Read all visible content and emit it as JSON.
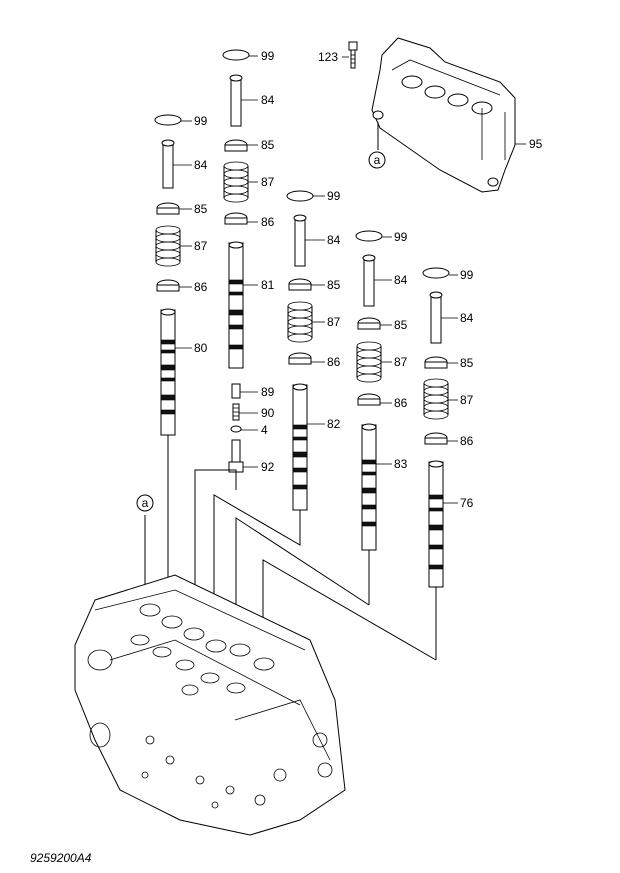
{
  "drawing_code": "9259200A4",
  "reference_mark": "a",
  "callouts": {
    "c99a": "99",
    "c84a": "84",
    "c85a": "85",
    "c87a": "87",
    "c86a": "86",
    "c81": "81",
    "c89": "89",
    "c90": "90",
    "c4": "4",
    "c92": "92",
    "c99b": "99",
    "c84b": "84",
    "c85b": "85",
    "c87b": "87",
    "c86b": "86",
    "c80": "80",
    "c99c": "99",
    "c84c": "84",
    "c85c": "85",
    "c87c": "87",
    "c86c": "86",
    "c82": "82",
    "c99d": "99",
    "c84d": "84",
    "c85d": "85",
    "c87d": "87",
    "c86d": "86",
    "c83": "83",
    "c99e": "99",
    "c84e": "84",
    "c85e": "85",
    "c87e": "87",
    "c86e": "86",
    "c76": "76",
    "c123": "123",
    "c95": "95"
  }
}
